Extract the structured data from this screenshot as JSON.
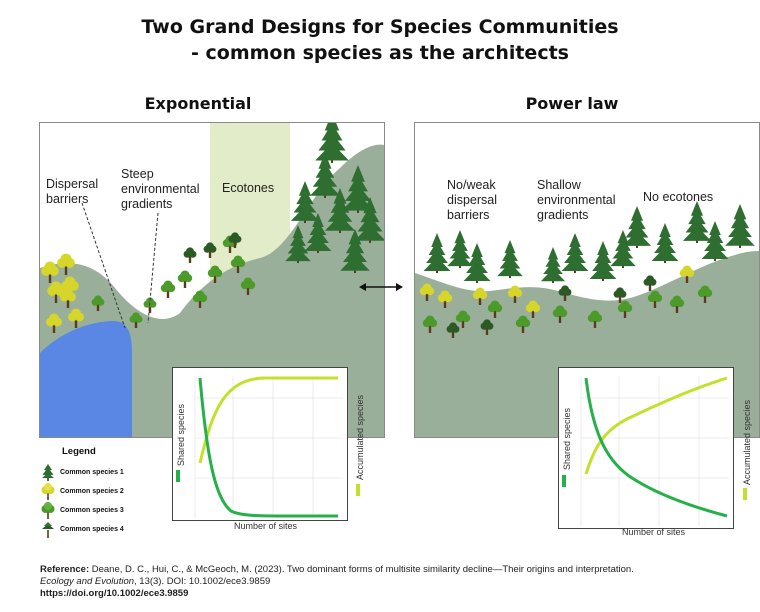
{
  "title": {
    "line1": "Two Grand Designs for Species Communities",
    "line2": "- common species as the architects"
  },
  "exponential": {
    "heading": "Exponential",
    "labels": {
      "dispersal_l1": "Dispersal",
      "dispersal_l2": "barriers",
      "steep_l1": "Steep",
      "steep_l2": "environmental",
      "steep_l3": "gradients",
      "ecotones": "Ecotones"
    },
    "plot": {
      "ylabel_left": "Shared species",
      "ylabel_right": "Accumulated species",
      "xlabel": "Number of sites"
    }
  },
  "power_law": {
    "heading": "Power law",
    "labels": {
      "barriers_l1": "No/weak",
      "barriers_l2": "dispersal",
      "barriers_l3": "barriers",
      "shallow_l1": "Shallow",
      "shallow_l2": "environmental",
      "shallow_l3": "gradients",
      "ecotones": "No ecotones"
    },
    "plot": {
      "ylabel_left": "Shared species",
      "ylabel_right": "Accumulated species",
      "xlabel": "Number of sites"
    }
  },
  "legend": {
    "title": "Legend",
    "items": [
      {
        "label": "Common species 1",
        "icon": "conifer-icon"
      },
      {
        "label": "Common species 2",
        "icon": "yellow-tree-icon"
      },
      {
        "label": "Common species 3",
        "icon": "green-tree-icon"
      },
      {
        "label": "Common species 4",
        "icon": "dark-tree-icon"
      }
    ]
  },
  "reference": {
    "prefix": "Reference:",
    "text": "Deane, D. C., Hui, C., & McGeoch, M. (2023). Two dominant forms of multisite similarity decline—Their origins and interpretation.",
    "journal": "Ecology and Evolution",
    "citation_rest": ", 13(3). DOI: 10.1002/ece3.9859",
    "link": "https://doi.org/10.1002/ece3.9859"
  },
  "colors": {
    "hill": "#9aaf9a",
    "hill_back": "#a7bba6",
    "water": "#5b87e4",
    "ecotone": "#e3ecc8",
    "shared_line": "#25b04a",
    "accum_line": "#c5e02c",
    "conifer": "#2f6e31",
    "yellow_tree": "#d6d52a",
    "green_tree": "#4c9a2a",
    "dark_tree": "#2c5a24"
  }
}
